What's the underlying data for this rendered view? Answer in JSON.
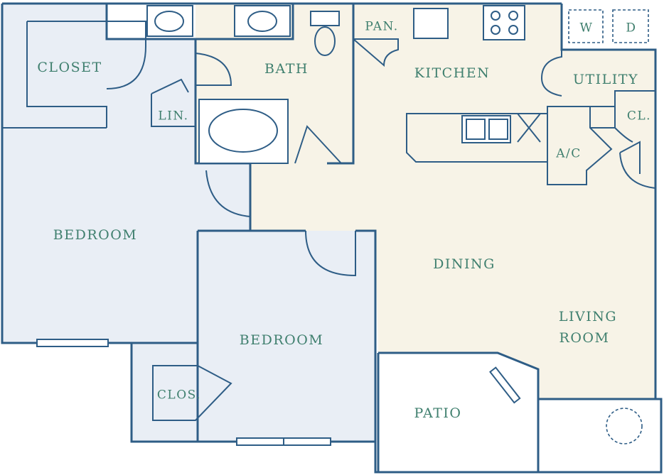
{
  "colors": {
    "wall": "#2e5d86",
    "label": "#3f7f6e",
    "bedroom_fill": "#e9eef5",
    "living_fill": "#f7f3e7",
    "patio_fill": "#ffffff"
  },
  "rooms": {
    "closet": "CLOSET",
    "bath": "BATH",
    "pantry": "PAN.",
    "kitchen": "KITCHEN",
    "washer": "W",
    "dryer": "D",
    "utility": "UTILITY",
    "linen": "LIN.",
    "coat_closet": "CL.",
    "ac": "A/C",
    "bedroom1": "BEDROOM",
    "bedroom2": "BEDROOM",
    "closet2": "CLOS.",
    "dining": "DINING",
    "living_line1": "LIVING",
    "living_line2": "ROOM",
    "patio": "PATIO"
  }
}
